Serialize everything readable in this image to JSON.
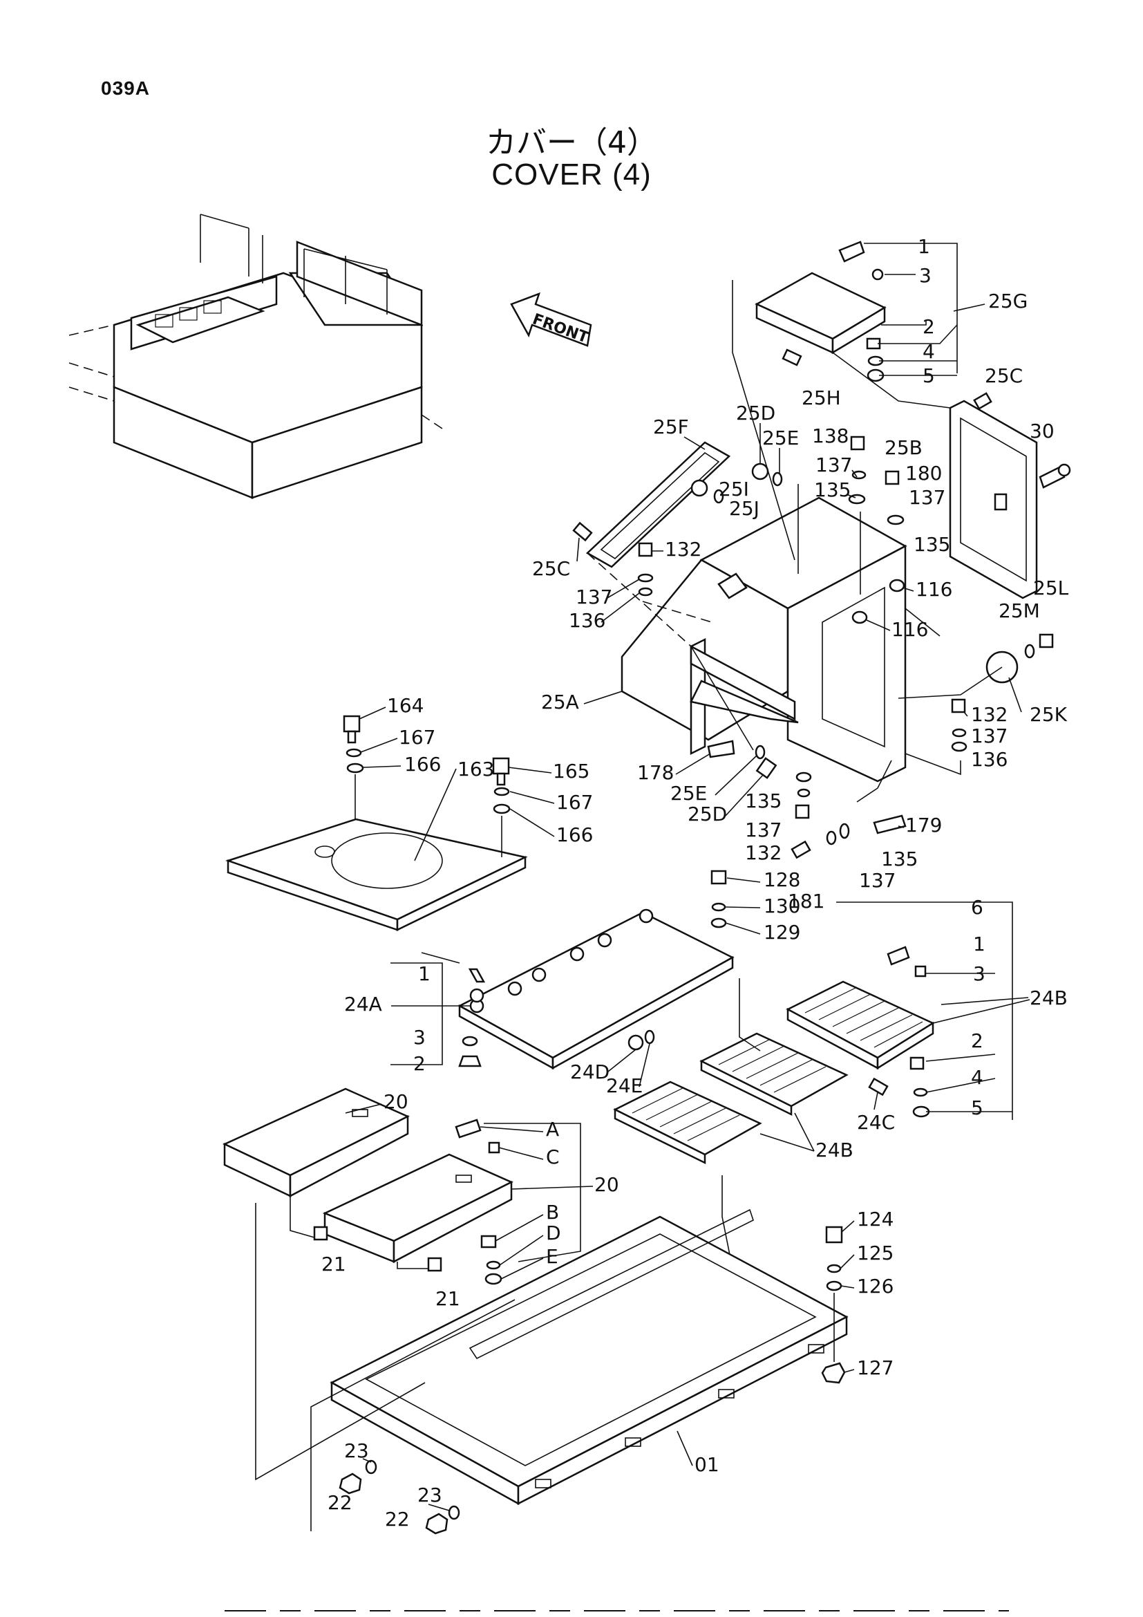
{
  "page_code": "039A",
  "title_jp": "カバー（4）",
  "title_en": "COVER (4)",
  "front_arrow": "FRONT",
  "labels": {
    "l1a": "1",
    "l3a": "3",
    "l25G": "25G",
    "l2a": "2",
    "l4a": "4",
    "l5a": "5",
    "l25H": "25H",
    "l25C1": "25C",
    "l30": "30",
    "l25F": "25F",
    "l25D1": "25D",
    "l25E1": "25E",
    "l138": "138",
    "l137a": "137",
    "l25B": "25B",
    "l180": "180",
    "l137b": "137",
    "l135a": "135",
    "l135b": "135",
    "l25I": "25I",
    "l25J": "25J",
    "l25C2": "25C",
    "l132a": "132",
    "l137c": "137",
    "l136a": "136",
    "l116a": "116",
    "l116b": "116",
    "l25L": "25L",
    "l25M": "25M",
    "l25K": "25K",
    "l25A": "25A",
    "l132b": "132",
    "l137d": "137",
    "l136b": "136",
    "l164": "164",
    "l167a": "167",
    "l166a": "166",
    "l163": "163",
    "l165": "165",
    "l167b": "167",
    "l166b": "166",
    "l178": "178",
    "l25E2": "25E",
    "l25D2": "25D",
    "l135c": "135",
    "l137e": "137",
    "l132c": "132",
    "l179": "179",
    "l135d": "135",
    "l137f": "137",
    "l181": "181",
    "l128": "128",
    "l130": "130",
    "l129": "129",
    "l6": "6",
    "l1b": "1",
    "l3b": "3",
    "l24B1": "24B",
    "l1c": "1",
    "l24A": "24A",
    "l3c": "3",
    "l2b": "2",
    "l2c": "2",
    "l4b": "4",
    "l5b": "5",
    "l24D": "24D",
    "l24E": "24E",
    "l24C": "24C",
    "l24B2": "24B",
    "l20a": "20",
    "lA": "A",
    "lC": "C",
    "l20b": "20",
    "lB": "B",
    "lD": "D",
    "lE": "E",
    "l21a": "21",
    "l21b": "21",
    "l124": "124",
    "l125": "125",
    "l126": "126",
    "l127": "127",
    "l01": "01",
    "l23a": "23",
    "l22a": "22",
    "l23b": "23",
    "l22b": "22"
  }
}
